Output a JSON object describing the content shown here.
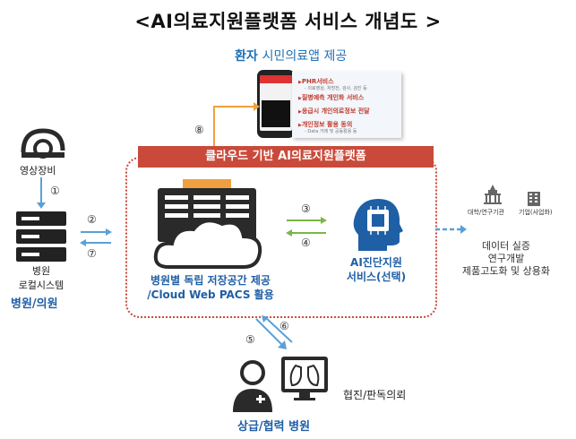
{
  "title": "<AI의료지원플랫폼 서비스 개념도 >",
  "patient": {
    "label": "환자",
    "app": "시민의료앱 제공",
    "services": [
      {
        "title": "PHR서비스",
        "sub": "- 의료영상, 처방전, 검사, 검진 등"
      },
      {
        "title": "질병예측 개인화 서비스",
        "sub": ""
      },
      {
        "title": "응급시 개인의료정보 전달",
        "sub": ""
      },
      {
        "title": "개인정보 활용 동의",
        "sub": "- Data 거래 및 공동활용 등"
      }
    ]
  },
  "steps": {
    "s1": "①",
    "s2": "②",
    "s3": "③",
    "s4": "④",
    "s5": "⑤",
    "s6": "⑥",
    "s7": "⑦",
    "s8": "⑧"
  },
  "platform": {
    "banner": "클라우드 기반 AI의료지원플랫폼",
    "storage_line1": "병원별 독립 저장공간 제공",
    "storage_line2": "/Cloud Web PACS 활용",
    "ai_line1": "AI진단지원",
    "ai_line2": "서비스(선택)"
  },
  "hospital": {
    "device": "영상장비",
    "local1": "병원",
    "local2": "로컬시스템",
    "group": "병원/의원"
  },
  "data_use": {
    "univ": "대학/연구기관",
    "company": "기업(사업화)",
    "line1": "데이터 실증",
    "line2": "연구개발",
    "line3": "제품고도화 및 상용화"
  },
  "referral": {
    "consult": "협진/판독의뢰",
    "group": "상급/협력 병원"
  },
  "colors": {
    "accent_red": "#c94a3a",
    "accent_blue": "#1f5fa5",
    "arrow_orange": "#f0a040",
    "arrow_blue": "#5aa0d8",
    "arrow_green": "#7ab648"
  }
}
